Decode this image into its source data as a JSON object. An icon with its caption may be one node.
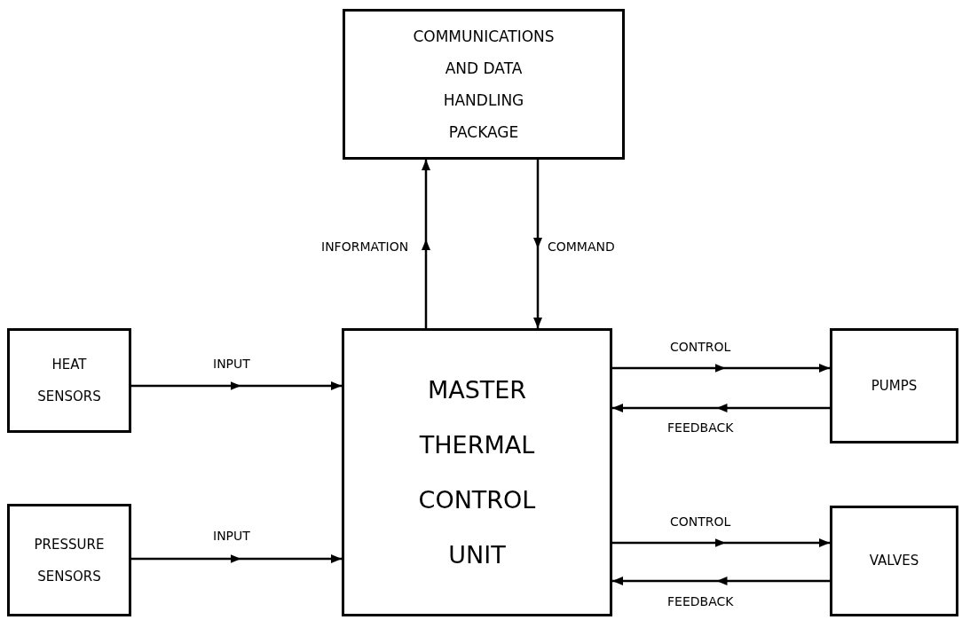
{
  "diagram": {
    "nodes": [
      {
        "text": [
          "COMMUNICATIONS AND DATA HANDLING PACKAGE"
        ]
      },
      {
        "text": [
          "HEAT SENSORS"
        ]
      },
      {
        "text": [
          "MASTER THERMAL CONTROL UNIT"
        ]
      },
      {
        "text": [
          "PUMPS"
        ]
      },
      {
        "text": [
          "PRESSURE SENSORS"
        ]
      },
      {
        "text": [
          "VALVES"
        ]
      }
    ],
    "edges": [
      {
        "from": 2,
        "to": 0,
        "arrow": "to",
        "label": "INFORMATION"
      },
      {
        "from": 0,
        "to": 2,
        "arrow": "to",
        "label": "COMMAND"
      },
      {
        "from": 1,
        "to": 2,
        "arrow": "to",
        "label": "INPUT"
      },
      {
        "from": 2,
        "to": 3,
        "arrow": "to",
        "label": "CONTROL"
      },
      {
        "from": 3,
        "to": 2,
        "arrow": "to",
        "label": "FEEDBACK"
      },
      {
        "from": 4,
        "to": 2,
        "arrow": "to",
        "label": "INPUT"
      },
      {
        "from": 2,
        "to": 5,
        "arrow": "to",
        "label": "CONTROL"
      },
      {
        "from": 5,
        "to": 2,
        "arrow": "to",
        "label": "FEEDBACK"
      }
    ]
  }
}
